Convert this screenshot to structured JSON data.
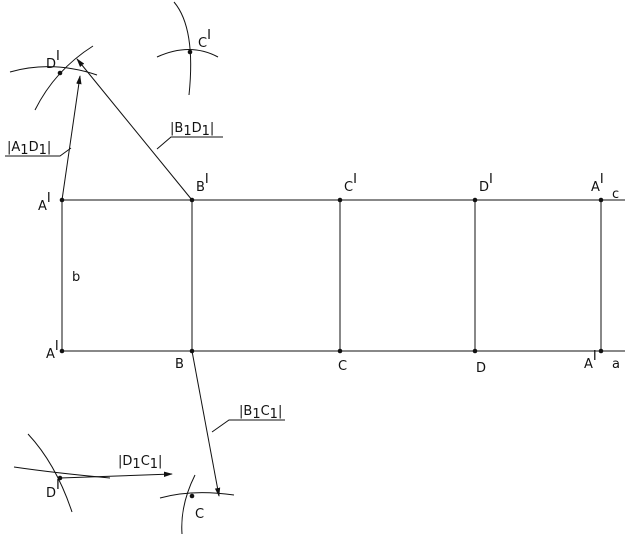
{
  "title": "",
  "labels": {
    "A_top": {
      "base": "A",
      "mark": "I"
    },
    "B_top": {
      "base": "B",
      "mark": "I"
    },
    "C_top": {
      "base": "C",
      "mark": "I"
    },
    "D_top": {
      "base": "D",
      "mark": "I"
    },
    "A_top_right": {
      "base": "A",
      "mark": "I"
    },
    "c_line": "c",
    "A_bottom": {
      "base": "A",
      "mark": "I"
    },
    "B_bottom": "B",
    "C_bottom": "C",
    "D_bottom": "D",
    "A_bottom_right": {
      "base": "A",
      "mark": "I"
    },
    "a_line": "a",
    "b_side": "b",
    "D_prime_top": {
      "base": "D",
      "mark": "I"
    },
    "C_prime_top": {
      "base": "C",
      "mark": "I"
    },
    "D_low": {
      "base": "D",
      "mark": "I"
    },
    "C_low": "C"
  },
  "measures": {
    "A1D1": {
      "bar": "|",
      "p1": "A",
      "s1": "1",
      "p2": "D",
      "s2": "1"
    },
    "B1D1": {
      "bar": "|",
      "p1": "B",
      "s1": "1",
      "p2": "D",
      "s2": "1"
    },
    "B1C1": {
      "bar": "|",
      "p1": "B",
      "s1": "1",
      "p2": "C",
      "s2": "1"
    },
    "D1C1": {
      "bar": "|",
      "p1": "D",
      "s1": "1",
      "p2": "C",
      "s2": "1"
    }
  },
  "colors": {
    "ink": "#111111",
    "background": "#ffffff"
  }
}
